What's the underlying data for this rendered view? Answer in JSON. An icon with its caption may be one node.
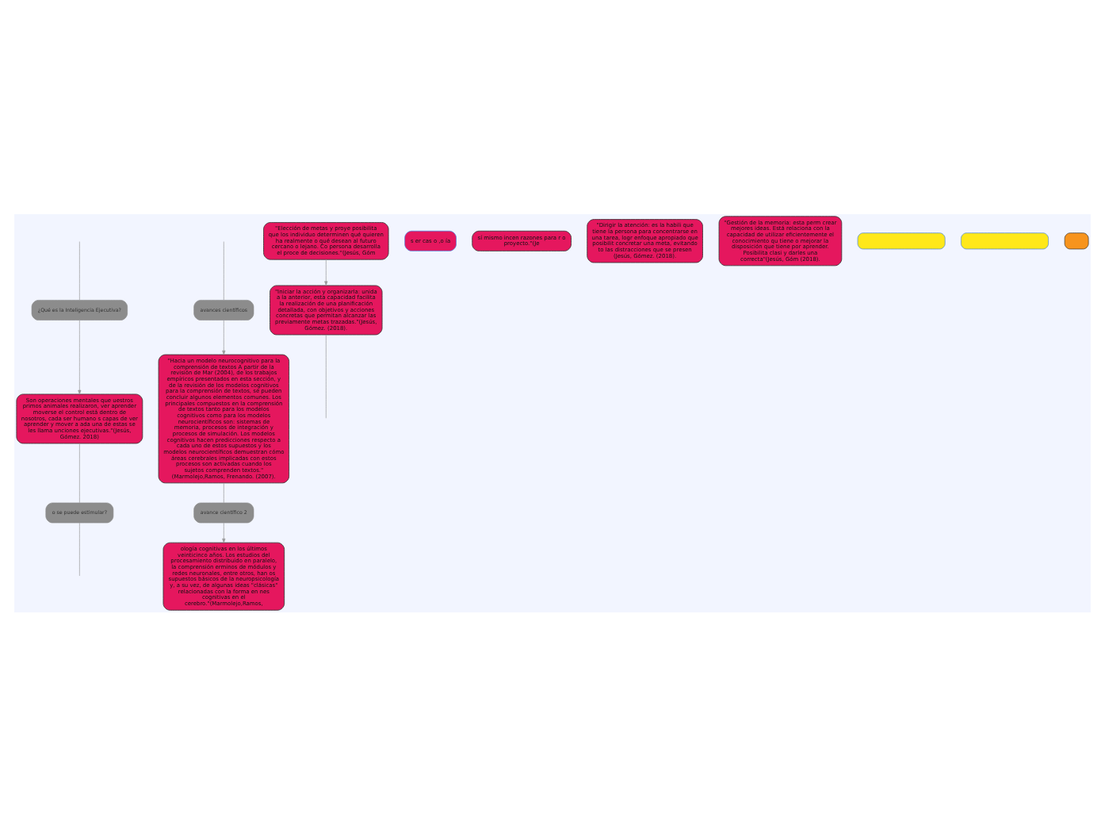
{
  "diagram": {
    "nodes": [
      {
        "text": [
          "¿Qué es la Inteligencia Ejecutiva?"
        ]
      },
      {
        "text": [
          "Son operaciones mentales que uestros primos animales realizaron, ver aprender moverse el control está dentro de nosotros, cada ser humano s capas de ver aprender y mover a ada una de estas se les llama unciones ejecutivas.\"(Jesús, Gómez. 2018)"
        ]
      },
      {
        "text": [
          "avances científicos"
        ]
      },
      {
        "text": [
          "\"Hacia un modelo neurocognitivo para la comprensión de textos A partir de la revisión de Mar (2004), de los trabajos empíricos presentados en esta sección, y de la revisión de los modelos cognitivos para la comprensión de textos, se pueden concluir algunos elementos comunes. Los principales compuestos en la comprensión de textos tanto para los modelos cognitivos como para los modelos neurocientíficos son: sistemas de memoria, procesos de integración y procesos de simulación. Los modelos cognitivos hacen predicciones respecto a cada uno de estos supuestos y los modelos neurocientíficos demuestran cómo áreas cerebrales implicadas con estos procesos son activadas cuando los sujetos comprenden textos.\" (Marmolejo,Ramos, Frenando. (2007)."
        ]
      },
      {
        "text": [
          "o se puede estimular?"
        ]
      },
      {
        "text": [
          "s er cas o ,o ía"
        ]
      },
      {
        "text": [
          "avance científico 2"
        ]
      },
      {
        "text": [
          "ología cognitivas en los últimos veinticinco años. Los estudios del procesamiento distribuido en paralelo, la comprensión erminos de módulos y redes neuronales, entre otros, han os supuestos básicos de la neuropsicología y, a su vez, de algunas ideas \"clásicas\" relacionadas con la forma en nes cognitivas en el cerebro.\"(Marmolejo,Ramos,"
        ]
      },
      {
        "text": [
          "sí mismo incen razones para r o proyecto.\"(Je"
        ]
      },
      {
        "text": [
          "\"Dirigir la atención: es la habili que tiene la persona para concentrarse en una tarea, logr enfoque apropiado que posibilit concretar una meta, evitando to las distracciones que se presen (Jesús, Gómez. (2018)."
        ]
      },
      {
        "text": [
          "\"Elección de metas y proye posibilita que los individuo determinen qué quieren ha realmente o qué desean al futuro cercano o lejano. Co persona desarrolla el proce de decisiones.\"(Jesús, Góm"
        ]
      },
      {
        "text": [
          "\"Iniciar la acción y organizarla: unida a la anterior, esta capacidad facilita la realización de una planificación detallada, con objetivos y acciones concretas que permitan alcanzar las previamente metas trazadas.\"(Jesús, Gómez. (2018)."
        ]
      },
      {
        "text": [
          "\"Gestión de la memoria: esta perm crear mejores ideas. Está relaciona con la capacidad de utilizar eficientemente el conocimiento qu tiene o mejorar la disposición que tiene por aprender. Posibilita clasi y darles una correcta\"(Jesús, Góm (2018)."
        ]
      },
      {
        "text": [],
        "shape": "box"
      },
      {
        "text": [],
        "shape": "box"
      },
      {
        "text": [],
        "shape": "box"
      }
    ],
    "edges": [
      {
        "from": null,
        "to": 0,
        "arrow": "none"
      },
      {
        "from": 0,
        "to": 1,
        "arrow": "to"
      },
      {
        "from": null,
        "to": 2,
        "arrow": "none"
      },
      {
        "from": 2,
        "to": 3,
        "arrow": "to"
      },
      {
        "from": 1,
        "to": 4,
        "arrow": "none"
      },
      {
        "from": 4,
        "to": null,
        "arrow": "none"
      },
      {
        "from": 3,
        "to": 6,
        "arrow": "none"
      },
      {
        "from": 6,
        "to": 7,
        "arrow": "to"
      },
      {
        "from": 10,
        "to": 11,
        "arrow": "to"
      },
      {
        "from": 11,
        "to": null,
        "arrow": "none"
      }
    ]
  }
}
